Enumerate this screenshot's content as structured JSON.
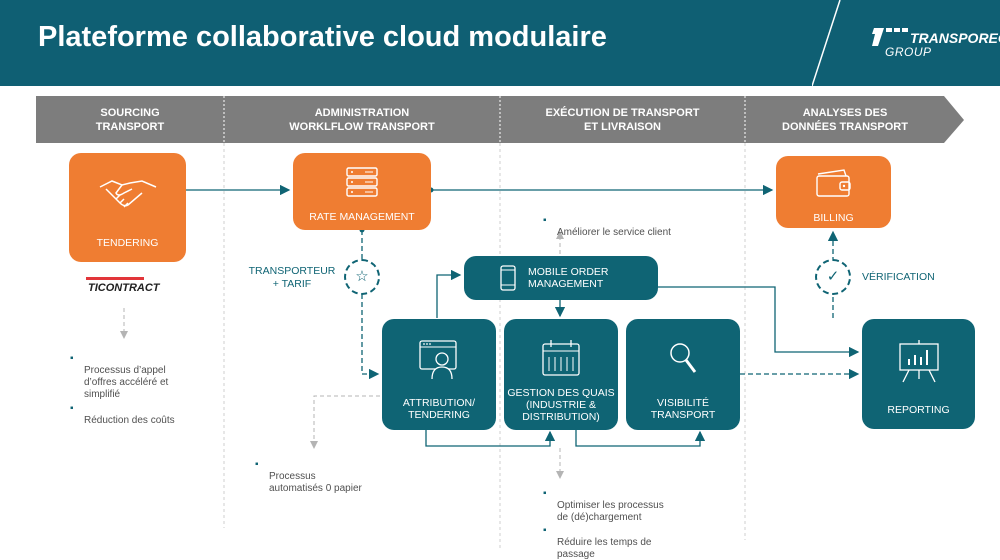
{
  "header": {
    "title": "Plateforme collaborative cloud modulaire"
  },
  "logo": {
    "brand": "TRANSPOREON",
    "group": "GROUP"
  },
  "banner": {
    "stages": [
      "SOURCING\nTRANSPORT",
      "ADMINISTRATION\nWORKLFLOW TRANSPORT",
      "EXÉCUTION DE TRANSPORT\nET LIVRAISON",
      "ANALYSES DES\nDONNÉES TRANSPORT"
    ]
  },
  "cards": {
    "tendering": "TENDERING",
    "rate_management": "RATE MANAGEMENT",
    "billing": "BILLING",
    "mobile_order": "MOBILE ORDER\nMANAGEMENT",
    "attribution": "ATTRIBUTION/\nTENDERING",
    "gestion_quais": "GESTION DES QUAIS\n(INDUSTRIE &\nDISTRIBUTION)",
    "visibilite": "VISIBILITÉ\nTRANSPORT",
    "reporting": "REPORTING"
  },
  "labels": {
    "ticontract": "TICONTRACT",
    "transporteur": "TRANSPORTEUR\n+ TARIF",
    "verification": "VÉRIFICATION"
  },
  "notes": {
    "n1": "Processus d’appel\nd’offres accéléré et\nsimplifié",
    "n2": "Réduction des coûts",
    "n3": "Processus\nautomatisés 0 papier",
    "n4": "Améliorer le service client",
    "n5": "Optimiser les processus\nde (dé)chargement",
    "n6": "Réduire les temps de\npassage"
  },
  "colors": {
    "teal": "#0f6474",
    "orange": "#ef7d32",
    "header": "#0f5f73",
    "banner": "#7d7d7d"
  }
}
